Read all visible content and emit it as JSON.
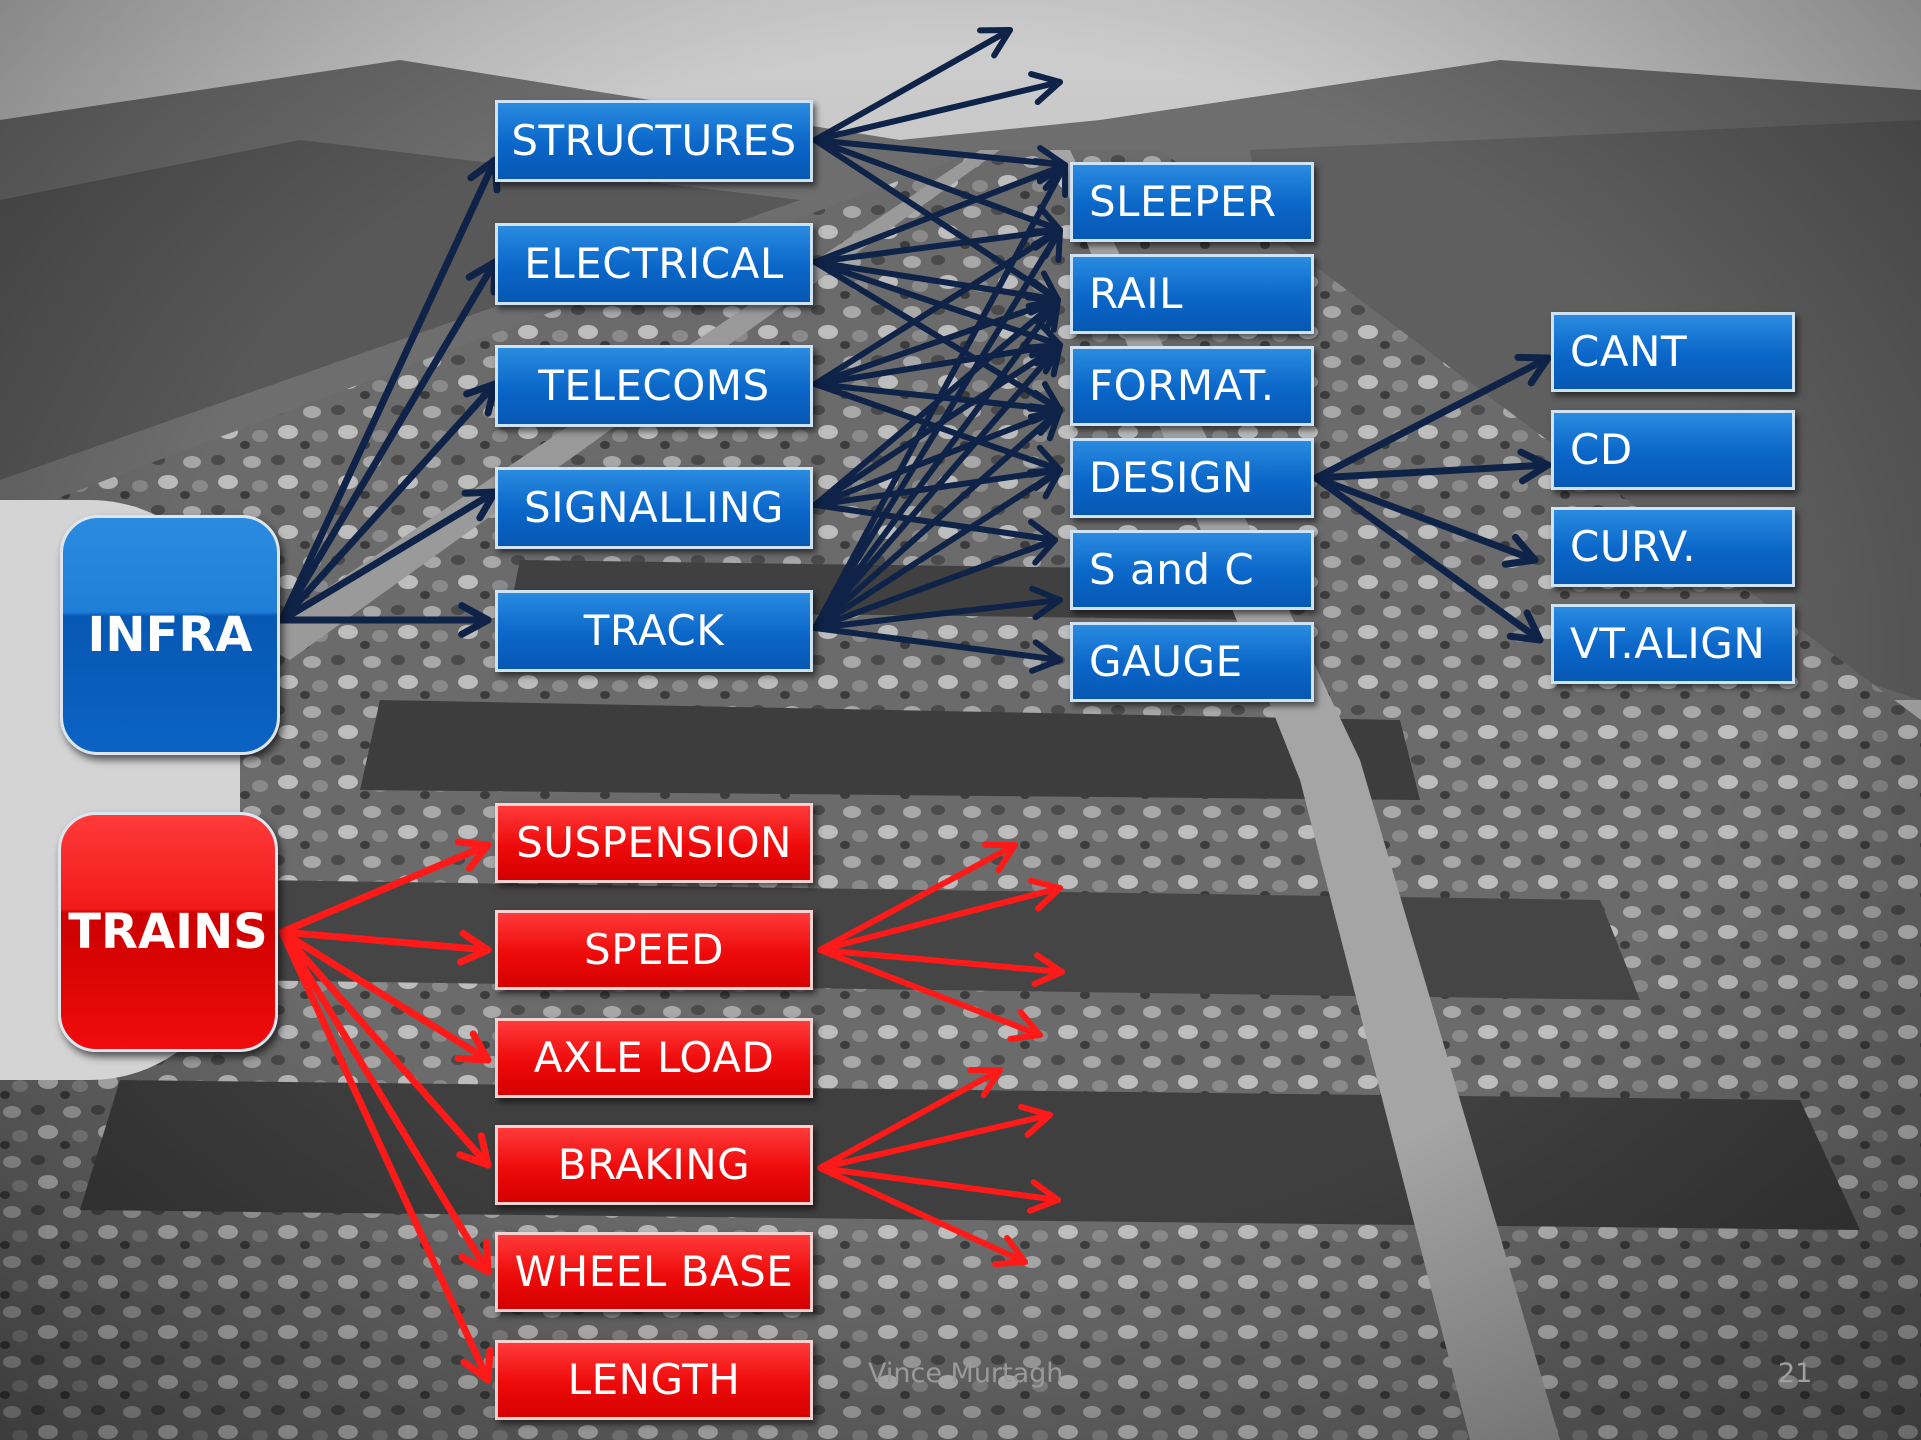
{
  "diagram": {
    "roots": [
      {
        "id": "infra",
        "label": "INFRA",
        "color": "blue"
      },
      {
        "id": "trains",
        "label": "TRAINS",
        "color": "red"
      }
    ],
    "infra_children": [
      "STRUCTURES",
      "ELECTRICAL",
      "TELECOMS",
      "SIGNALLING",
      "TRACK"
    ],
    "track_children": [
      "SLEEPER",
      "RAIL",
      "FORMAT.",
      "DESIGN",
      "S and C",
      "GAUGE"
    ],
    "design_children": [
      "CANT",
      "CD",
      "CURV.",
      "VT.ALIGN"
    ],
    "trains_children": [
      "SUSPENSION",
      "SPEED",
      "AXLE LOAD",
      "BRAKING",
      "WHEEL BASE",
      "LENGTH"
    ]
  },
  "footer": {
    "author": "Vince Murtagh",
    "page": "21"
  },
  "colors": {
    "infra_blue": "#0a66c8",
    "trains_red": "#ee0a0a",
    "blue_arrow": "#0e2347",
    "red_arrow": "#ff1a1a"
  }
}
